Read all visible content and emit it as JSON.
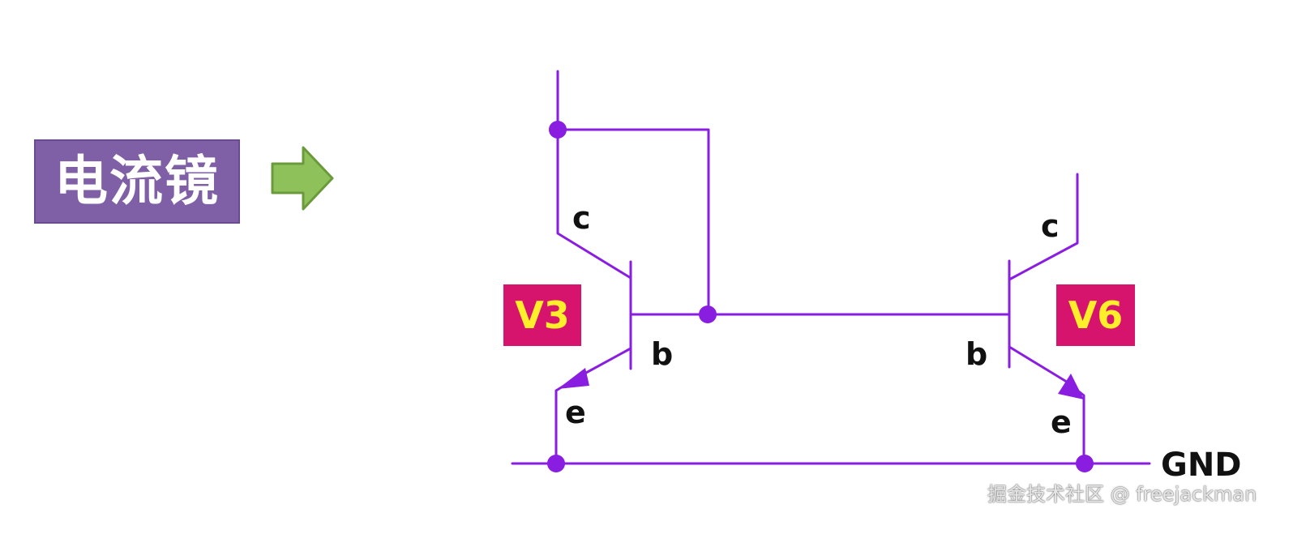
{
  "title": {
    "text": "电流镜"
  },
  "transistors": {
    "left": {
      "label": "V3"
    },
    "right": {
      "label": "V6"
    }
  },
  "pins": {
    "left_c": "c",
    "left_b": "b",
    "left_e": "e",
    "right_c": "c",
    "right_b": "b",
    "right_e": "e"
  },
  "ground": {
    "label": "GND"
  },
  "watermark": {
    "text": "掘金技术社区 @ freejackman"
  },
  "colors": {
    "wire": "#8a1ee0",
    "title_bg": "#7f5fa6",
    "arrow_fill": "#8fc15a",
    "arrow_stroke": "#6a9a3c",
    "label_bg": "#d6146e",
    "label_text": "#ffef2a"
  }
}
